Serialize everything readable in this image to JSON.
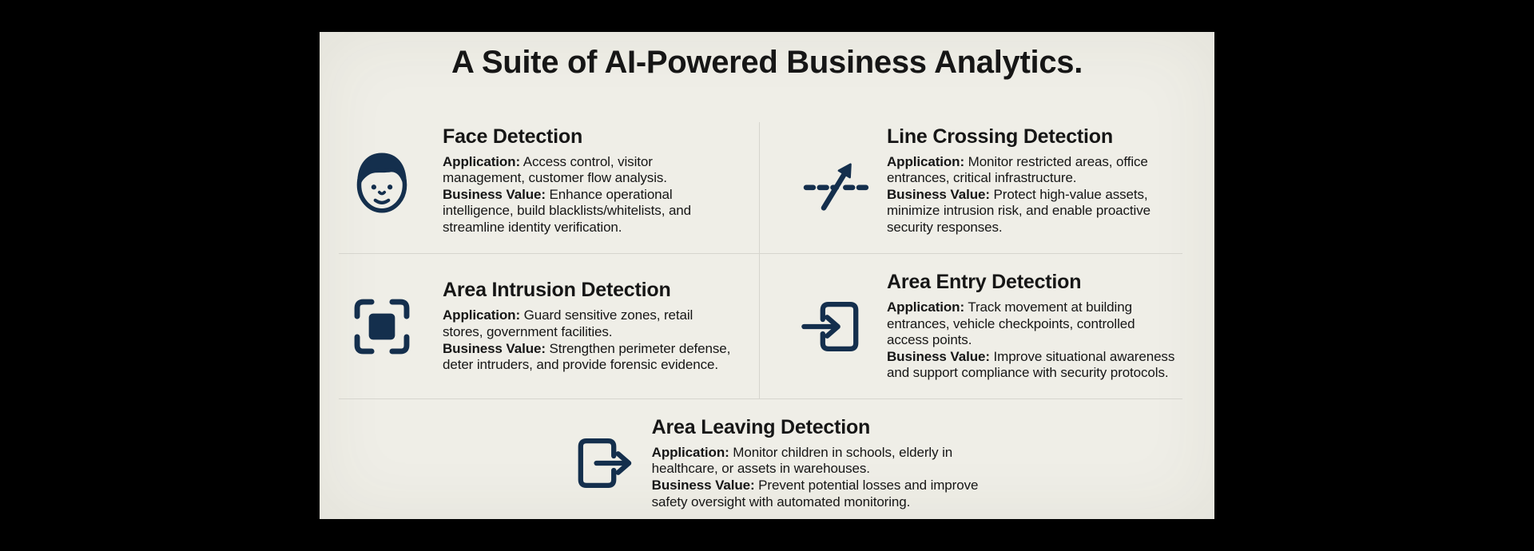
{
  "title": "A Suite of AI-Powered Business Analytics.",
  "colors": {
    "background": "#000000",
    "panel": "#EFEEE7",
    "accent": "#142F4D",
    "text": "#161616",
    "divider": "#D6D5CE"
  },
  "cards": [
    {
      "id": "face-detection",
      "icon": "face-icon",
      "title": "Face Detection",
      "application_label": "Application:",
      "application": [
        "Access control, visitor",
        "management, customer flow analysis."
      ],
      "business_value_label": "Business Value:",
      "business_value": [
        "Enhance operational",
        "intelligence, build blacklists/whitelists, and",
        "streamline identity verification."
      ]
    },
    {
      "id": "line-crossing-detection",
      "icon": "line-crossing-icon",
      "title": "Line Crossing Detection",
      "application_label": "Application:",
      "application": [
        "Monitor restricted areas, office",
        "entrances, critical infrastructure."
      ],
      "business_value_label": "Business Value:",
      "business_value": [
        "Protect high-value assets,",
        "minimize intrusion risk, and enable proactive",
        "security responses."
      ]
    },
    {
      "id": "area-intrusion-detection",
      "icon": "area-intrusion-icon",
      "title": "Area Intrusion Detection",
      "application_label": "Application:",
      "application": [
        "Guard sensitive zones, retail",
        "stores, government facilities."
      ],
      "business_value_label": "Business Value:",
      "business_value": [
        "Strengthen perimeter defense,",
        "deter intruders, and provide forensic evidence."
      ]
    },
    {
      "id": "area-entry-detection",
      "icon": "area-entry-icon",
      "title": "Area Entry Detection",
      "application_label": "Application:",
      "application": [
        "Track movement at building",
        "entrances, vehicle checkpoints, controlled",
        "access points."
      ],
      "business_value_label": "Business Value:",
      "business_value": [
        "Improve situational awareness",
        "and support compliance with security protocols."
      ]
    },
    {
      "id": "area-leaving-detection",
      "icon": "area-leaving-icon",
      "title": "Area Leaving Detection",
      "application_label": "Application:",
      "application": [
        "Monitor children in schools, elderly in",
        "healthcare, or assets in warehouses."
      ],
      "business_value_label": "Business Value:",
      "business_value": [
        "Prevent potential losses and improve",
        "safety oversight with automated monitoring."
      ]
    }
  ]
}
